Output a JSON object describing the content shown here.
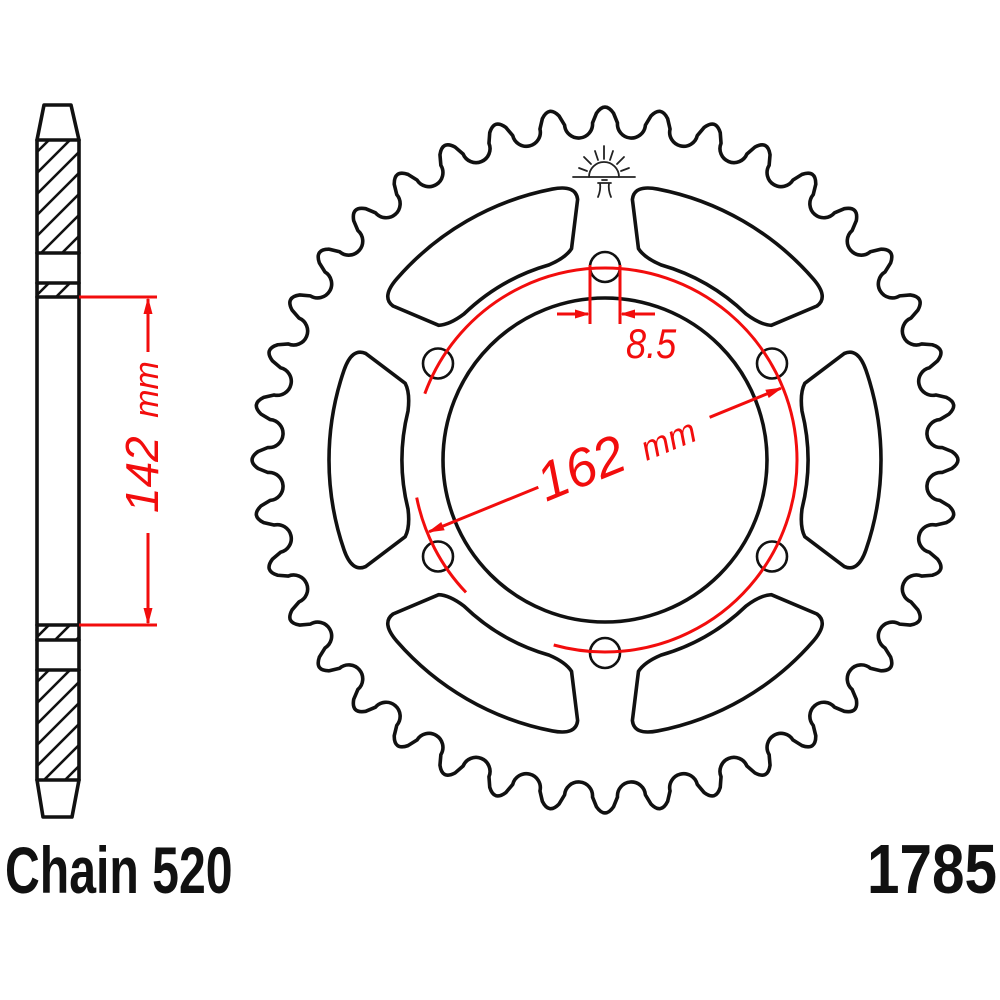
{
  "labels": {
    "chain": "Chain 520",
    "part_number": "1785",
    "center_bore": {
      "value": "142",
      "unit": "mm"
    },
    "pcd": {
      "value": "162",
      "unit": "mm"
    },
    "bolt_hole": "8.5"
  },
  "colors": {
    "dimension": "#f20d0d",
    "outline": "#111111"
  }
}
